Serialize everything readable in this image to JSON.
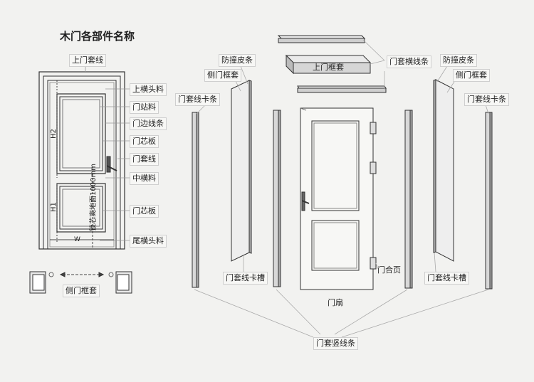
{
  "title": "木门各部件名称",
  "left_door": {
    "top_label": "上门套线",
    "side_labels": [
      "上横头料",
      "门站料",
      "门边线条",
      "门芯板",
      "门套线",
      "中横料",
      "门芯板",
      "尾横头料"
    ],
    "dim_h2": "H2",
    "dim_h1": "H1",
    "dim_w": "W",
    "lock_height": "锁芯离地面1000mm"
  },
  "section_label": "侧门框套",
  "exploded": {
    "top_casing_strip": "门套横线条",
    "top_frame": "上门框套",
    "left_anti_collision": "防撞皮条",
    "left_side_frame": "侧门框套",
    "left_clip": "门套线卡条",
    "left_groove": "门套线卡槽",
    "right_anti_collision": "防撞皮条",
    "right_side_frame": "侧门框套",
    "right_clip": "门套线卡条",
    "right_groove": "门套线卡槽",
    "hinge": "门合页",
    "leaf": "门扇",
    "vertical_strip": "门套竖线条"
  }
}
